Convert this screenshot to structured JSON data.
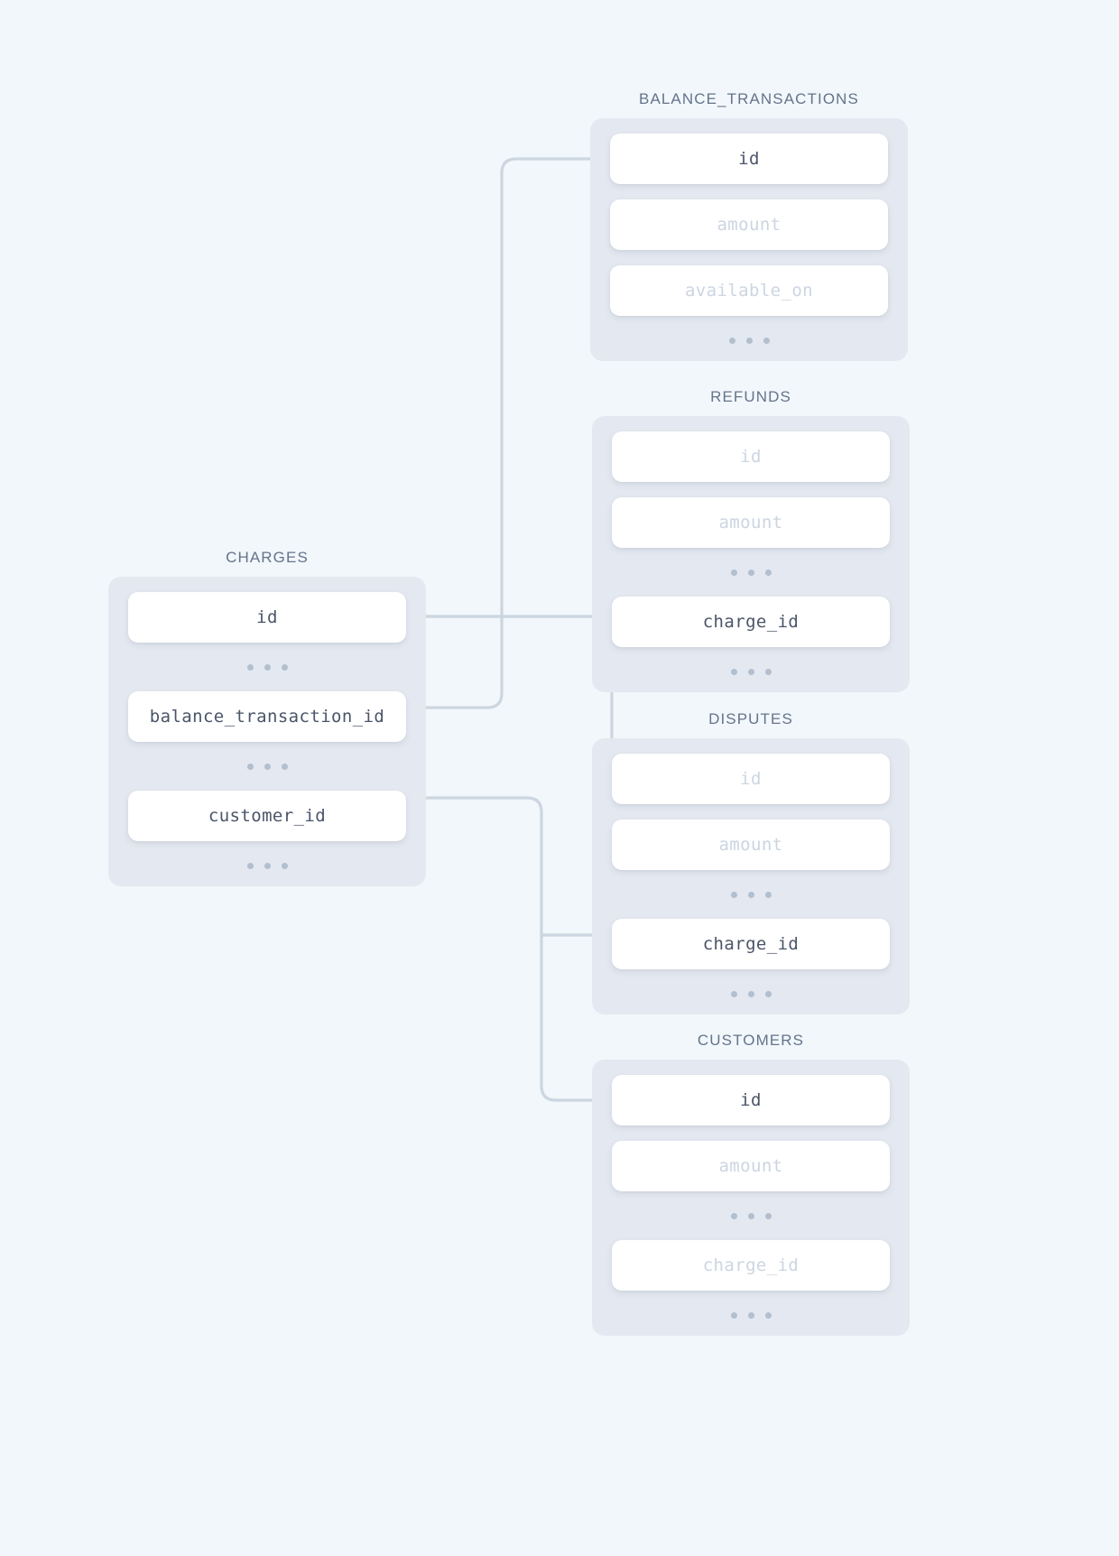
{
  "diagram": {
    "type": "entity-relationship-diagram",
    "background_color": "#f2f7fb",
    "card_color": "#e4e8f0",
    "field_color": "#ffffff",
    "active_text_color": "#4a5568",
    "muted_text_color": "#ccd5e2",
    "connector_color": "#ccd6e0",
    "ellipsis_symbol": "• • •"
  },
  "tables": [
    {
      "id": "charges",
      "title": "CHARGES",
      "rows": [
        {
          "kind": "field",
          "label": "id",
          "state": "active"
        },
        {
          "kind": "ellipsis",
          "label": "• • •"
        },
        {
          "kind": "field",
          "label": "balance_transaction_id",
          "state": "active"
        },
        {
          "kind": "ellipsis",
          "label": "• • •"
        },
        {
          "kind": "field",
          "label": "customer_id",
          "state": "active"
        },
        {
          "kind": "ellipsis",
          "label": "• • •"
        }
      ]
    },
    {
      "id": "balance_transactions",
      "title": "BALANCE_TRANSACTIONS",
      "rows": [
        {
          "kind": "field",
          "label": "id",
          "state": "active"
        },
        {
          "kind": "field",
          "label": "amount",
          "state": "muted"
        },
        {
          "kind": "field",
          "label": "available_on",
          "state": "muted"
        },
        {
          "kind": "ellipsis",
          "label": "• • •"
        }
      ]
    },
    {
      "id": "refunds",
      "title": "REFUNDS",
      "rows": [
        {
          "kind": "field",
          "label": "id",
          "state": "muted"
        },
        {
          "kind": "field",
          "label": "amount",
          "state": "muted"
        },
        {
          "kind": "ellipsis",
          "label": "• • •"
        },
        {
          "kind": "field",
          "label": "charge_id",
          "state": "active"
        },
        {
          "kind": "ellipsis",
          "label": "• • •"
        }
      ]
    },
    {
      "id": "disputes",
      "title": "DISPUTES",
      "rows": [
        {
          "kind": "field",
          "label": "id",
          "state": "muted"
        },
        {
          "kind": "field",
          "label": "amount",
          "state": "muted"
        },
        {
          "kind": "ellipsis",
          "label": "• • •"
        },
        {
          "kind": "field",
          "label": "charge_id",
          "state": "active"
        },
        {
          "kind": "ellipsis",
          "label": "• • •"
        }
      ]
    },
    {
      "id": "customers",
      "title": "CUSTOMERS",
      "rows": [
        {
          "kind": "field",
          "label": "id",
          "state": "active"
        },
        {
          "kind": "field",
          "label": "amount",
          "state": "muted"
        },
        {
          "kind": "ellipsis",
          "label": "• • •"
        },
        {
          "kind": "field",
          "label": "charge_id",
          "state": "muted"
        },
        {
          "kind": "ellipsis",
          "label": "• • •"
        }
      ]
    }
  ],
  "relationships": [
    {
      "id": "charges-balance_transactions",
      "from": "charges.balance_transaction_id",
      "to": "balance_transactions.id"
    },
    {
      "id": "charges-refunds",
      "from": "charges.id",
      "to": "refunds.charge_id"
    },
    {
      "id": "charges-disputes",
      "from": "charges.id",
      "to": "disputes.charge_id"
    },
    {
      "id": "charges-customers",
      "from": "charges.customer_id",
      "to": "customers.id"
    }
  ]
}
